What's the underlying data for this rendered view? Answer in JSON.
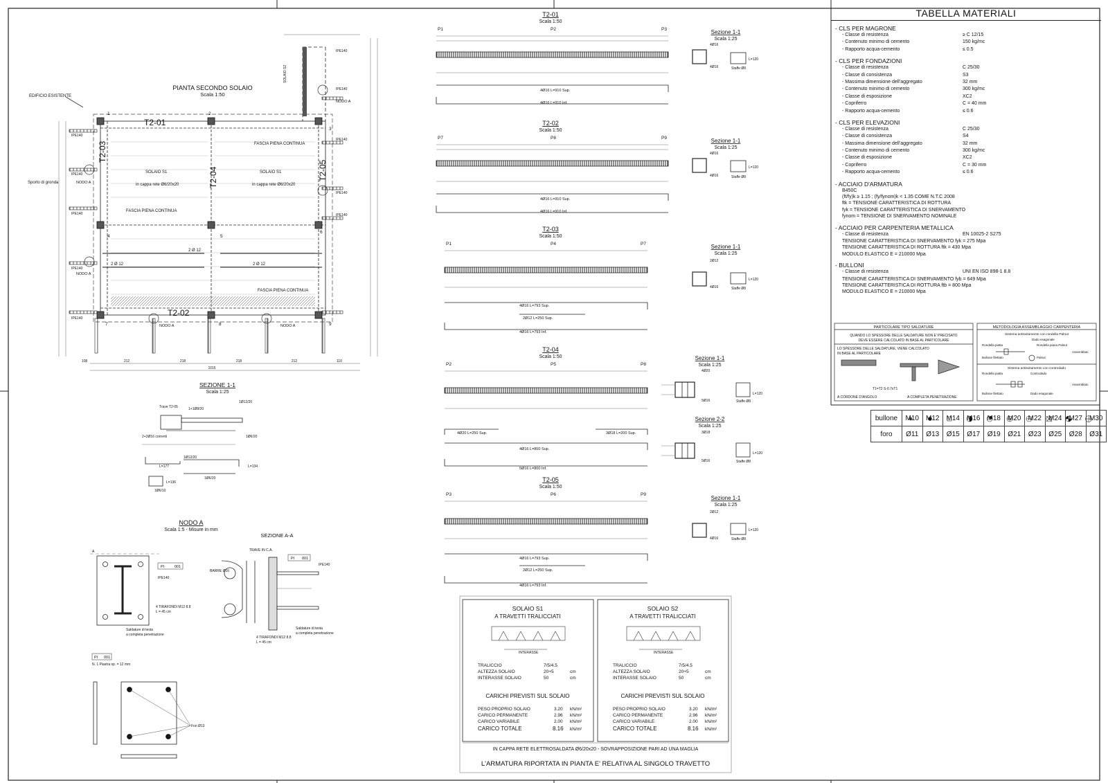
{
  "plan": {
    "title": "PIANTA SECONDO SOLAIO",
    "scale": "Scala 1:50",
    "edificio": "EDIFICIO ESISTENTE",
    "sporto": "Sporto di gronda",
    "solaio_s1": "SOLAIO S1",
    "rete": "in cappa rete Ø6/20x20",
    "solaio_s2": "SOLAIO S2",
    "fascia": "FASCIA PIENA CONTINUA",
    "nodo": "NODO A",
    "ipe": "IPE140",
    "beams": [
      "T2-01",
      "T2-02",
      "T2-03",
      "T2-04",
      "T2-05"
    ],
    "nodes": [
      "1",
      "2",
      "3",
      "4",
      "5",
      "6",
      "7",
      "8",
      "9"
    ],
    "rebar": "2 Ø 12",
    "dims_bottom": [
      "108",
      "212",
      "218",
      "218",
      "212",
      "110"
    ],
    "dim_total": "1015"
  },
  "section_small": {
    "title": "SEZIONE 1-1",
    "scale": "Scala 1:25",
    "trave": "Trave T2-05",
    "bars": [
      "1+1Ø8/20",
      "1Ø12/20",
      "2+2Ø16 correnti",
      "1Ø6/20",
      "L=177",
      "1Ø12/20",
      "L=134",
      "1Ø6/20",
      "L=136",
      "1Ø6/10"
    ]
  },
  "nodo_a": {
    "title": "NODO A",
    "scale": "Scala 1:5 - Misure in mm",
    "section": "SEZIONE A-A",
    "trave": "TRAVE IN C.A.",
    "barre": "BARRE Ø16",
    "pl": "PI",
    "pl_no": "001",
    "ipe": "IPE140",
    "tirafondi": "4 TIRAFONDI M12 8.8",
    "tirafondi_l": "L = 45 cm",
    "saldature1": "Saldature di testa",
    "saldature2": "a completa penetrazione",
    "piastra": "N. 1 Piastra sp. = 12 mm",
    "fori": "Fori Ø13"
  },
  "beams": [
    {
      "title": "T2-01",
      "scale": "Scala 1:50",
      "labels": [
        "P1",
        "P2",
        "P3"
      ],
      "sup": "4Ø16 L=910 Sup.",
      "inf": "4Ø16 L=910 Inf.",
      "sec_title": "Sezione 1-1",
      "sec_scale": "Scala 1:25",
      "sec_top": "4Ø16",
      "sec_bot": "4Ø16"
    },
    {
      "title": "T2-02",
      "scale": "Scala 1:50",
      "labels": [
        "P7",
        "P8",
        "P9"
      ],
      "sup": "4Ø16 L=910 Sup.",
      "inf": "4Ø16 L=910 Inf.",
      "sec_title": "Sezione 1-1",
      "sec_scale": "Scala 1:25",
      "sec_top": "4Ø16",
      "sec_bot": "4Ø16"
    },
    {
      "title": "T2-03",
      "scale": "Scala 1:50",
      "labels": [
        "P1",
        "P4",
        "P7"
      ],
      "sup": "4Ø16 L=793 Sup.",
      "mid": "2Ø12 L=250 Sup.",
      "inf": "4Ø16 L=793 Inf.",
      "sec_title": "Sezione 1-1",
      "sec_scale": "Scala 1:25",
      "sec_top": "2Ø12",
      "sec_bot": "4Ø16"
    },
    {
      "title": "T2-04",
      "scale": "Scala 1:50",
      "labels": [
        "P2",
        "P5",
        "P8"
      ],
      "sup": "4Ø16 L=800 Sup.",
      "extra_l": "4Ø20 L=250 Sup.",
      "extra_r": "3Ø18 L=200 Sup.",
      "inf": "5Ø16 L=800 Inf.",
      "sec_title": "Sezione 1-1",
      "sec_scale": "Scala 1:25",
      "sec_top": "4Ø20",
      "sec_bot": "5Ø16",
      "sec2_title": "Sezione 2-2",
      "sec2_scale": "Scala 1:25",
      "sec2_top": "3Ø18",
      "sec2_bot": "5Ø16"
    },
    {
      "title": "T2-05",
      "scale": "Scala 1:50",
      "labels": [
        "P3",
        "P6",
        "P9"
      ],
      "sup": "4Ø16 L=793 Sup.",
      "mid": "2Ø12 L=250 Sup.",
      "inf": "4Ø16 L=793 Inf.",
      "sec_title": "Sezione 1-1",
      "sec_scale": "Scala 1:25",
      "sec_top": "2Ø12",
      "sec_bot": "4Ø16"
    }
  ],
  "staffe": "Staffe Ø8",
  "stirrup_l": "L=120",
  "solai": [
    {
      "title": "SOLAIO S1",
      "sub": "A TRAVETTI TRALICCIATI",
      "interasse_lbl": "INTERASSE",
      "rows": [
        [
          "TRALICCIO",
          "7/5/4.5",
          ""
        ],
        [
          "ALTEZZA SOLAIO",
          "20+5",
          "cm"
        ],
        [
          "INTERASSE SOLAIO",
          "50",
          "cm"
        ]
      ],
      "carichi_title": "CARICHI PREVISTI SUL SOLAIO",
      "carichi": [
        [
          "PESO PROPRIO SOLAIO",
          "3.20",
          "kN/m²"
        ],
        [
          "CARICO PERMANENTE",
          "2.96",
          "kN/m²"
        ],
        [
          "CARICO VARIABILE",
          "2.00",
          "kN/m²"
        ]
      ],
      "totale": [
        "CARICO TOTALE",
        "8.16",
        "kN/m²"
      ]
    },
    {
      "title": "SOLAIO S2",
      "sub": "A TRAVETTI TRALICCIATI",
      "interasse_lbl": "INTERASSE",
      "rows": [
        [
          "TRALICCIO",
          "7/5/4.5",
          ""
        ],
        [
          "ALTEZZA SOLAIO",
          "20+5",
          "cm"
        ],
        [
          "INTERASSE SOLAIO",
          "50",
          "cm"
        ]
      ],
      "carichi_title": "CARICHI PREVISTI SUL SOLAIO",
      "carichi": [
        [
          "PESO PROPRIO SOLAIO",
          "3.20",
          "kN/m²"
        ],
        [
          "CARICO PERMANENTE",
          "2.96",
          "kN/m²"
        ],
        [
          "CARICO VARIABILE",
          "2.00",
          "kN/m²"
        ]
      ],
      "totale": [
        "CARICO TOTALE",
        "8.16",
        "kN/m²"
      ]
    }
  ],
  "solai_note": "IN CAPPA RETE ELETTROSALDATA Ø6/20x20 - SOVRAPPOSIZIONE PARI AD UNA MAGLIA",
  "solai_note2": "L'ARMATURA RIPORTATA IN PIANTA E' RELATIVA AL SINGOLO TRAVETTO",
  "materials": {
    "title": "TABELLA MATERIALI",
    "magrone": {
      "title": "- CLS PER MAGRONE",
      "rows": [
        [
          "- Classe di resistenza",
          "≥ C 12/15"
        ],
        [
          "- Contenuto minimo di cemento",
          "150 kg/mc"
        ],
        [
          "- Rapporto acqua-cemento",
          "≤ 0.5"
        ]
      ]
    },
    "fondazioni": {
      "title": "- CLS PER FONDAZIONI",
      "rows": [
        [
          "- Classe di resistenza",
          "C 25/30"
        ],
        [
          "- Classe di consistenza",
          "S3"
        ],
        [
          "- Massima dimensione dell'aggregato",
          "32 mm"
        ],
        [
          "- Contenuto minimo di cemento",
          "300 kg/mc"
        ],
        [
          "- Classe di esposizione",
          "XC2"
        ],
        [
          "- Copriferro",
          "C = 40 mm"
        ],
        [
          "- Rapporto acqua-cemento",
          "≤ 0.6"
        ]
      ]
    },
    "elevazioni": {
      "title": "- CLS PER ELEVAZIONI",
      "rows": [
        [
          "- Classe di resistenza",
          "C 25/30"
        ],
        [
          "- Classe di consistenza",
          "S4"
        ],
        [
          "- Massima dimensione dell'aggregato",
          "32 mm"
        ],
        [
          "- Contenuto minimo di cemento",
          "300 kg/mc"
        ],
        [
          "- Classe di esposizione",
          "XC2"
        ],
        [
          "- Copriferro",
          "C = 30 mm"
        ],
        [
          "- Rapporto acqua-cemento",
          "≤ 0.6"
        ]
      ]
    },
    "acciaio": {
      "title": "- ACCIAIO D'ARMATURA",
      "lines": [
        "B450C",
        "(ft/fy)k ≥ 1.15 ; (fy/fynom)k < 1.35 COME N.T.C 2008",
        "ftk = TENSIONE CARATTERISTICA DI ROTTURA",
        "fyk = TENSIONE CARATTERISTICA DI SNERVAMENTO",
        "fynom = TENSIONE DI SNERVAMENTO NOMINALE"
      ]
    },
    "carpenteria": {
      "title": "- ACCIAIO PER CARPENTERIA METALLICA",
      "rows": [
        [
          "- Classe di resistenza",
          "EN 10025-2 S275"
        ]
      ],
      "lines": [
        "TENSIONE CARATTERISTICA DI SNERVAMENTO fyk = 275 Mpa",
        "TENSIONE CARATTERISTICA DI ROTTURA ftk = 430 Mpa",
        "MODULO ELASTICO E = 210000 Mpa"
      ]
    },
    "bulloni": {
      "title": "- BULLONI",
      "rows": [
        [
          "- Classe di resistenza",
          "UNI EN ISO 898-1 8.8"
        ]
      ],
      "lines": [
        "TENSIONE CARATTERISTICA DI SNERVAMENTO fyb = 649 Mpa",
        "TENSIONE CARATTERISTICA DI ROTTURA ftb = 800 Mpa",
        "MODULO ELASTICO E = 210000 Mpa"
      ]
    }
  },
  "saldature": {
    "title": "PARTICOLARE TIPO SALDATURE",
    "note1": "QUANDO LO SPESSORE DELLE SALDATURE NON E' PRECISATO",
    "note2": "DEVE ESSERE CALCOLATO IN BASE AL PARTICOLARE",
    "note3": "LO SPESSORE DELLE SALDATURE, VIENE CALCOLATO",
    "note4": "IN BASE AL PARTICOLARE",
    "formula": "T1=T2  S-0.7xT1",
    "cordoni": "A CORDONE D'ANGOLO",
    "completa": "A COMPLETA PENETRAZIONE"
  },
  "metodologia": {
    "title": "METODOLOGIA ASSEMBLAGGIO CARPENTERIA",
    "s1": "Sistema antisvitamento con rondella Palnut",
    "s2": "Sistema antisvitamento con controdado",
    "dado": "Dado esagonale",
    "rondella_piatta": "Rondella piatta",
    "rondella_palnut": "Rondella piana Palnut",
    "bullone": "Bullone filettato",
    "palnut": "Palnut",
    "assemblato": "Assemblato",
    "controdado": "Controdado"
  },
  "bolt_table": {
    "row1_label": "bullone",
    "row2_label": "foro",
    "bolts": [
      "M10",
      "M12",
      "M14",
      "M16",
      "M18",
      "M20",
      "M22",
      "M24",
      "M27",
      "M30"
    ],
    "holes": [
      "Ø11",
      "Ø13",
      "Ø15",
      "Ø17",
      "Ø19",
      "Ø21",
      "Ø23",
      "Ø25",
      "Ø28",
      "Ø31"
    ]
  }
}
